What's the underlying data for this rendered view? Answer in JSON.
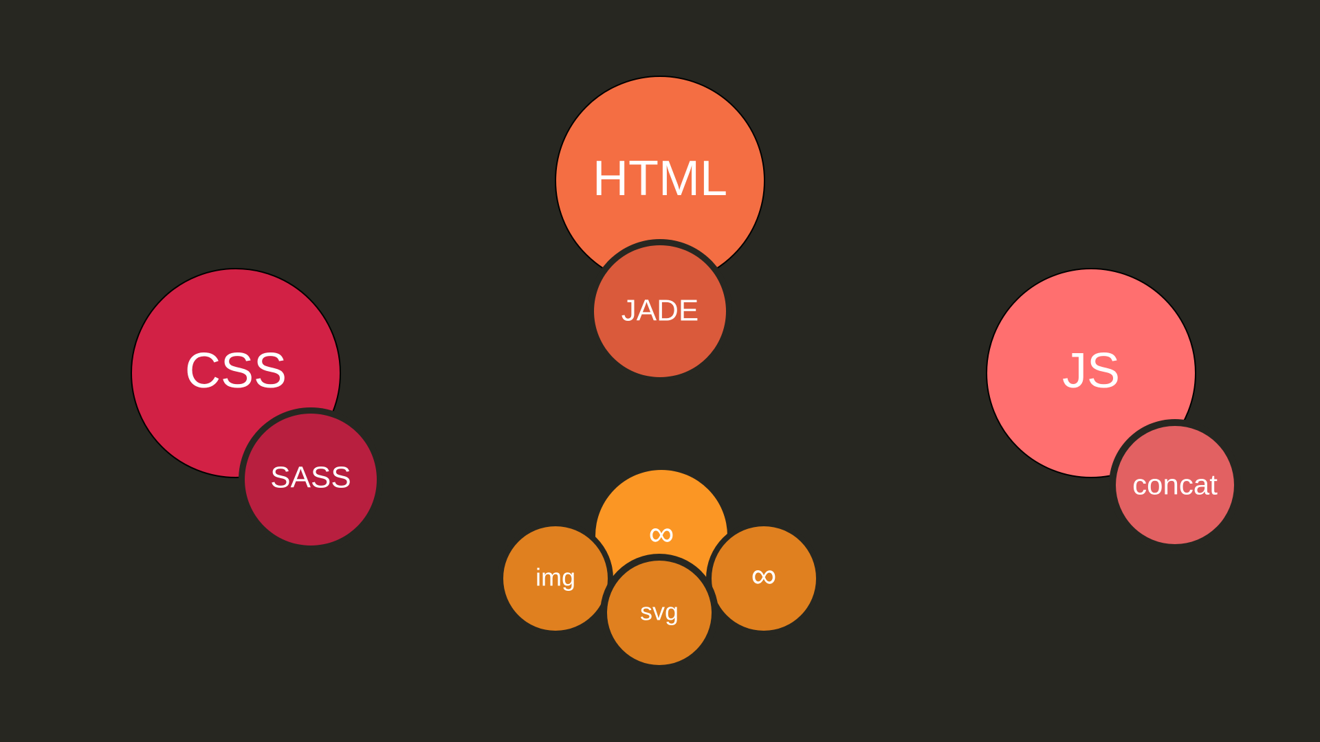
{
  "background_color": "#272721",
  "ring_color": "#272721",
  "groups": {
    "html": {
      "label": "HTML",
      "color": "#f46e43",
      "child": {
        "label": "JADE",
        "color": "#da5a3b"
      }
    },
    "css": {
      "label": "CSS",
      "color": "#d22145",
      "child": {
        "label": "SASS",
        "color": "#b81f3f"
      }
    },
    "js": {
      "label": "JS",
      "color": "#ff6f6f",
      "child": {
        "label": "concat",
        "color": "#e26162"
      }
    },
    "assets": {
      "label": "∞",
      "color": "#fb9624",
      "children_color": "#e0801f",
      "children": [
        {
          "label": "img"
        },
        {
          "label": "svg"
        },
        {
          "label": "∞"
        }
      ]
    }
  }
}
